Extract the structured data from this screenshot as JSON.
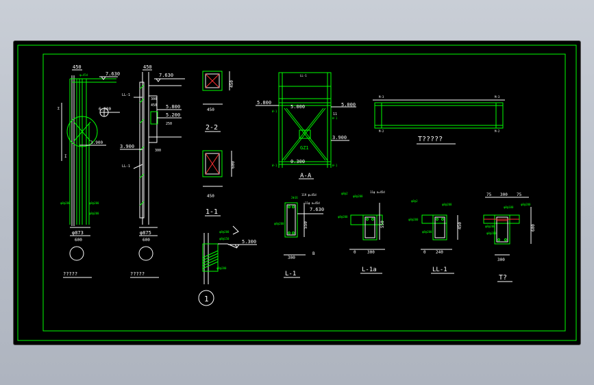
{
  "drawing": {
    "sheet_color": "#000000",
    "line_color": "#00ff00",
    "text_color_white": "#ffffff",
    "dim_color": "#00ffff",
    "section_1": {
      "top_dim": "450",
      "elev_top": "7.630",
      "elev_mid": "6.000",
      "elev_low": "3.900",
      "pile_diam": "φ873",
      "pile_width": "600",
      "caption": "?????"
    },
    "section_2": {
      "top_dim": "450",
      "elev_top": "7.630",
      "elev_a": "5.800",
      "elev_b": "5.200",
      "elev_c": "3.900",
      "dim_a": "300",
      "dim_b": "450",
      "dim_c": "250",
      "dim_d": "300",
      "label_ll1": "LL-1",
      "pile_diam": "φ875",
      "pile_width": "600",
      "caption": "?????"
    },
    "sec22": {
      "label": "2-2",
      "width": "450",
      "height": "450"
    },
    "sec11": {
      "label": "1-1",
      "width": "450",
      "height": "600"
    },
    "elev_aa": {
      "label": "A-A",
      "elev_left": "5.800",
      "elev_mid": "5.000",
      "elev_right": "5.000",
      "elev_bottom": "0.300",
      "elev_side": "3.900",
      "label_ll1": "LL-1",
      "label_gz": "GZ1",
      "label_w": "W-1",
      "tag_11": "11"
    },
    "beam_t": {
      "label": "T?????",
      "tag_a": "M-3",
      "tag_b": "M-2"
    },
    "detail_1": {
      "label": "1",
      "elev": "5.300"
    },
    "sec_l1": {
      "label": "L-1",
      "width": "300",
      "height": "550",
      "elev": "7.630",
      "note_a": "119 φ=45d",
      "note_b": "11φ a=45d",
      "tag_b": "B"
    },
    "sec_l1a": {
      "label": "L-1a",
      "width": "300",
      "height": "550",
      "note": "11φ a=45d",
      "dim0": "0"
    },
    "sec_ll1": {
      "label": "LL-1",
      "width": "240",
      "height": "450",
      "dim0": "0"
    },
    "sec_t": {
      "label": "T?",
      "width": "300",
      "height": "600",
      "top_a": "75",
      "top_b": "300",
      "top_c": "75"
    }
  }
}
